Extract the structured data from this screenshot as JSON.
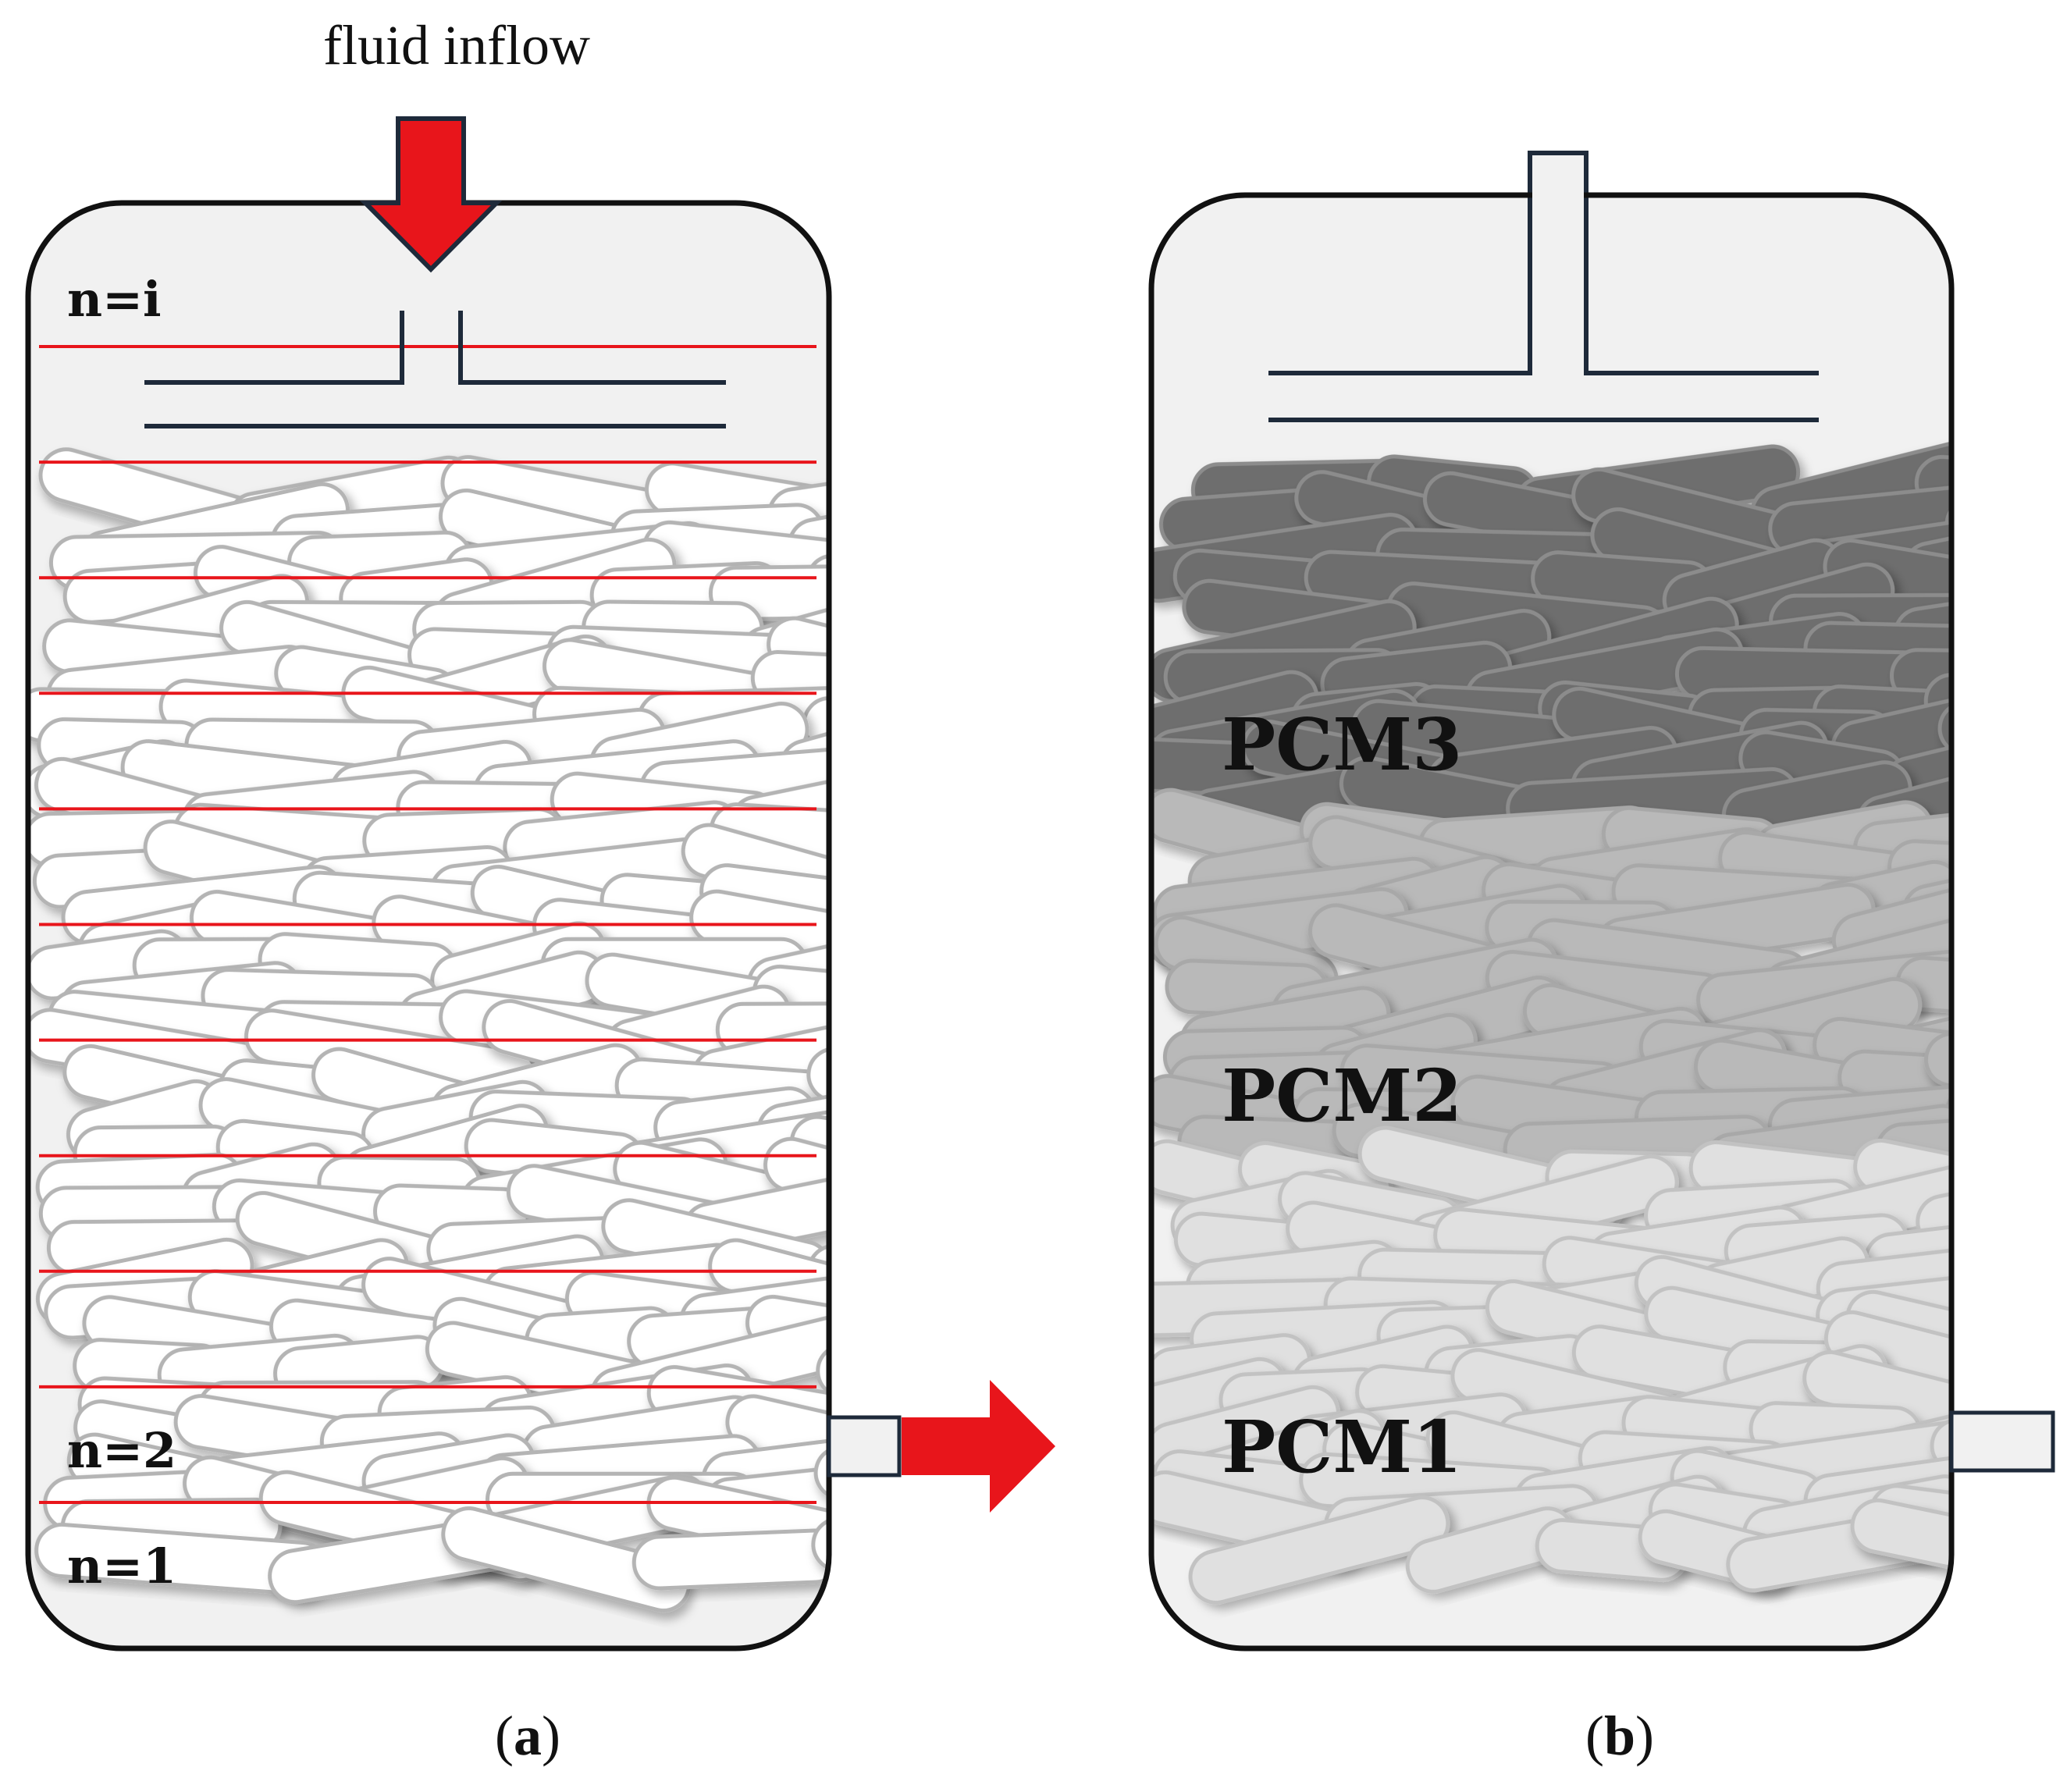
{
  "panel_a": {
    "inflow_label": "fluid inflow",
    "layer_labels": {
      "top": "n=i",
      "second": "n=2",
      "first": "n=1"
    },
    "caption_open": "(",
    "caption_letter": "a",
    "caption_close": ")",
    "layer_line_count": 11
  },
  "panel_b": {
    "zones": [
      {
        "label": "PCM3",
        "shade": "#6e6e6e"
      },
      {
        "label": "PCM2",
        "shade": "#b9b9b9"
      },
      {
        "label": "PCM1",
        "shade": "#e0e0e0"
      }
    ],
    "caption_open": "(",
    "caption_letter": "b",
    "caption_close": ")"
  },
  "colors": {
    "vessel_fill": "#f1f1f1",
    "vessel_stroke": "#111111",
    "layer_line": "#e8151b",
    "arrow": "#e8151b",
    "capsule_fill": "#ffffff",
    "capsule_stroke": "#b4b4b4"
  },
  "icons": {
    "inflow": "down-arrow-icon",
    "outflow": "right-arrow-icon"
  }
}
